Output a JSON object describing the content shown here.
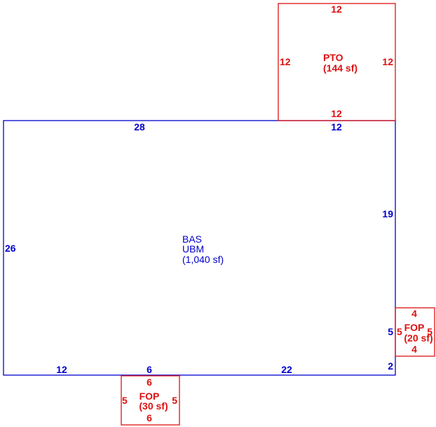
{
  "colors": {
    "main": "#0000cc",
    "addition": "#dd1111",
    "background": "#ffffff"
  },
  "bas": {
    "code": "BAS",
    "type": "UBM",
    "area": "(1,040 sf)",
    "dims": {
      "top_left": "28",
      "top_right": "12",
      "left": "26",
      "right_upper": "19",
      "right_mid": "5",
      "right_lower": "2",
      "bottom_left": "12",
      "bottom_mid": "6",
      "bottom_right": "22"
    }
  },
  "pto": {
    "code": "PTO",
    "area": "(144 sf)",
    "dims": {
      "top": "12",
      "left": "12",
      "right": "12",
      "bottom": "12"
    }
  },
  "fop_right": {
    "code": "FOP",
    "area": "(20 sf)",
    "dims": {
      "top": "4",
      "left": "5",
      "right": "5",
      "bottom": "4"
    }
  },
  "fop_bottom": {
    "code": "FOP",
    "area": "(30 sf)",
    "dims": {
      "top": "6",
      "left": "5",
      "right": "5",
      "bottom": "6"
    }
  }
}
